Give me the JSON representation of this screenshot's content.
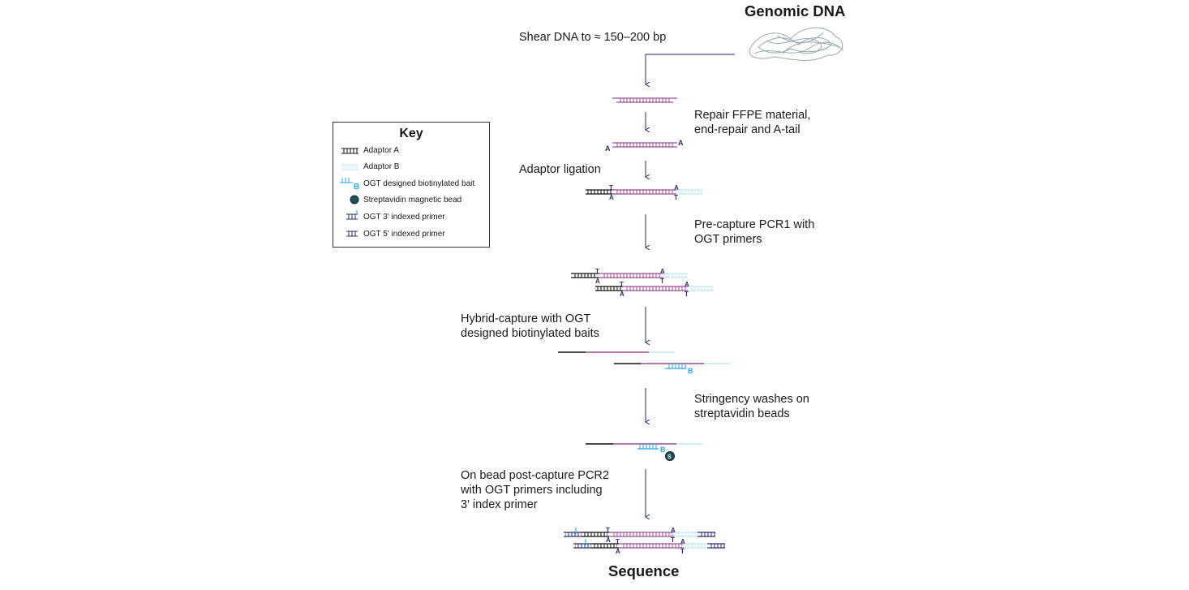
{
  "title_top": "Genomic DNA",
  "title_bottom": "Sequence",
  "steps": {
    "shear": "Shear DNA to ≈ 150–200 bp",
    "repair": "Repair FFPE material,\nend-repair and A-tail",
    "ligation": "Adaptor ligation",
    "pcr1": "Pre-capture PCR1 with\nOGT primers",
    "hybrid": "Hybrid-capture with OGT\ndesigned biotinylated baits",
    "washes": "Stringency washes on\nstreptavidin beads",
    "pcr2": "On bead post-capture PCR2\nwith OGT primers including\n3' index primer"
  },
  "key": {
    "title": "Key",
    "items": [
      "Adaptor A",
      "Adaptor B",
      "OGT designed biotinylated bait",
      "Streptavidin magnetic bead",
      "OGT 3' indexed primer",
      "OGT 5' indexed primer"
    ]
  },
  "glyphs": {
    "a": "A",
    "t": "T",
    "b": "B",
    "s": "S"
  },
  "colors": {
    "insert": "#9b4f96",
    "adaptor_a": "#111111",
    "adaptor_b": "#bfe8ee",
    "bait": "#29a9e0",
    "primer": "#2b2d6e",
    "arrow": "#2b2d6e",
    "dna": "#9aa9b0"
  }
}
